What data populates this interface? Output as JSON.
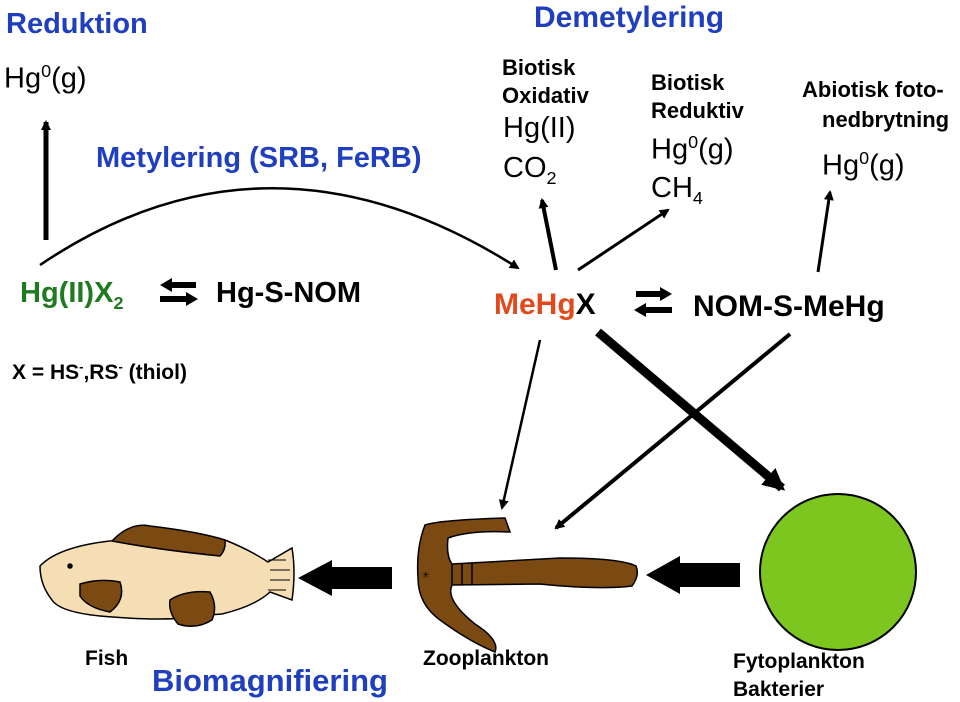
{
  "titles": {
    "reduktion": "Reduktion",
    "demetylering": "Demetylering",
    "metylering": "Metylering (SRB, FeRB)",
    "biomagnifiering": "Biomagnifiering"
  },
  "hg0": {
    "base": "Hg",
    "sup": "0",
    "rest": "(g)"
  },
  "biotisk_oxidativ": {
    "line1": "Biotisk",
    "line2": "Oxidativ",
    "product1": "Hg(II)",
    "product2_base": "CO",
    "product2_sub": "2"
  },
  "biotisk_reduktiv": {
    "line1": "Biotisk",
    "line2": "Reduktiv",
    "product1_base": "Hg",
    "product1_sup": "0",
    "product1_rest": "(g)",
    "product2_base": "CH",
    "product2_sub": "4"
  },
  "abiotisk": {
    "line1": "Abiotisk foto-",
    "line2": "nedbrytning",
    "product_base": "Hg",
    "product_sup": "0",
    "product_rest": "(g)"
  },
  "species": {
    "hgx2_base": "Hg(II)X",
    "hgx2_sub": "2",
    "hg_s_nom": "Hg-S-NOM",
    "mehgx_red": "MeHg",
    "mehgx_black": "X",
    "nom_s_mehg": "NOM-S-MeHg"
  },
  "note": {
    "prefix": "X = HS",
    "sup1": "-",
    "mid": ",RS",
    "sup2": "-",
    "suffix": " (thiol)"
  },
  "organisms": {
    "fish": "Fish",
    "zooplankton": "Zooplankton",
    "fyto_line1": "Fytoplankton",
    "fyto_line2": "Bakterier"
  },
  "colors": {
    "title_blue": "#1f3fbf",
    "species_green": "#207a20",
    "mehg_red": "#e24a1e",
    "fish_body": "#f5deb3",
    "fish_patch": "#7a4a12",
    "zooplankton": "#7a4a12",
    "phytoplankton": "#7dc51f"
  }
}
